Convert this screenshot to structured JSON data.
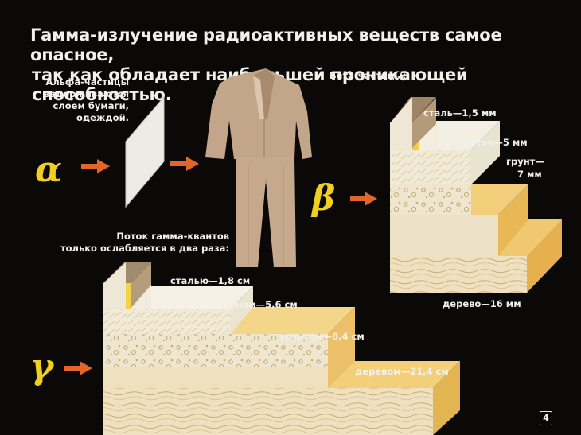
{
  "title": {
    "line1": "Гамма-излучение  радиоактивных  веществ самое  опасное,",
    "line2": "так  как  обладает  наибольшей  проникающей  способностью."
  },
  "alpha": {
    "symbol": "α",
    "note": [
      "Альфа-частицы",
      "задерживаются",
      "слоем бумаги,",
      "одеждой."
    ]
  },
  "beta": {
    "symbol": "β",
    "note": "Бета-частицы:",
    "layers": [
      "сталь—1,5 мм",
      "бетон—5 мм",
      "грунт—",
      "7 мм",
      "дерево—16 мм"
    ]
  },
  "gamma": {
    "symbol": "γ",
    "note": [
      "Поток гамма-квантов",
      "только ослабляется в два раза:"
    ],
    "layers": [
      "сталью—1,8 см",
      "бетоном—5,6 см",
      "грунтом—8,4 см",
      "деревом—21,4 см"
    ]
  },
  "page_number": "4",
  "colors": {
    "accent": "#f0cf1e",
    "arrow": "#e2662a",
    "background": "#0b0908"
  }
}
